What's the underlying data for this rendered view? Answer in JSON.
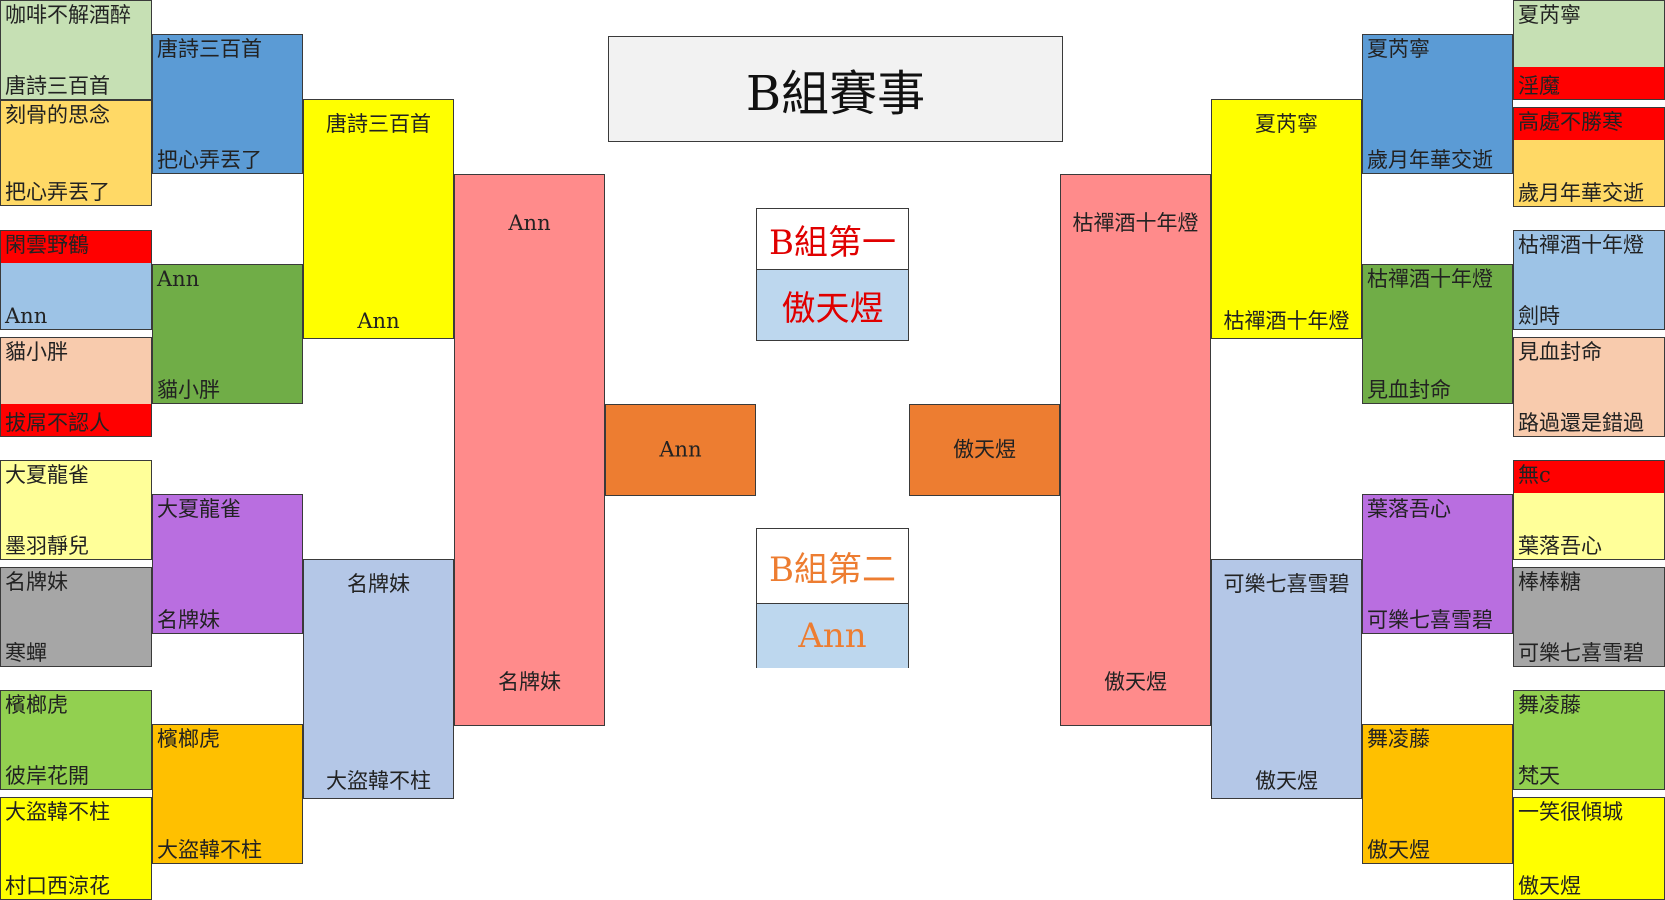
{
  "title": "B組賽事",
  "first": {
    "label": "B組第一",
    "name": "傲天煜",
    "color": "#e00000"
  },
  "second": {
    "label": "B組第二",
    "name": "Ann",
    "color": "#ed7d31"
  },
  "round1_left": [
    {
      "top": "咖啡不解酒醉",
      "bottom": "唐詩三百首"
    },
    {
      "top": "刻骨的思念",
      "bottom": "把心弄丟了"
    },
    {
      "top": "閑雲野鶴",
      "bottom": "Ann"
    },
    {
      "top": "貓小胖",
      "bottom": "拔屌不認人"
    },
    {
      "top": "大夏龍雀",
      "bottom": "墨羽靜兒"
    },
    {
      "top": "名牌妹",
      "bottom": "寒蟬"
    },
    {
      "top": "檳榔虎",
      "bottom": "彼岸花開"
    },
    {
      "top": "大盜韓不柱",
      "bottom": "村口西涼花"
    }
  ],
  "round2_left": [
    {
      "top": "唐詩三百首",
      "bottom": "把心弄丟了"
    },
    {
      "top": "Ann",
      "bottom": "貓小胖"
    },
    {
      "top": "大夏龍雀",
      "bottom": "名牌妹"
    },
    {
      "top": "檳榔虎",
      "bottom": "大盜韓不柱"
    }
  ],
  "round3_left": [
    {
      "top": "唐詩三百首",
      "bottom": "Ann"
    },
    {
      "top": "名牌妹",
      "bottom": "大盜韓不柱"
    }
  ],
  "semi_left": {
    "top": "Ann",
    "bottom": "名牌妹"
  },
  "final_left": "Ann",
  "round1_right": [
    {
      "top": "夏芮寧",
      "bottom": "淫魔"
    },
    {
      "top": "高處不勝寒",
      "bottom": "歲月年華交逝"
    },
    {
      "top": "枯禪酒十年燈",
      "bottom": "劍時"
    },
    {
      "top": "見血封命",
      "bottom": "路過還是錯過"
    },
    {
      "top": "無c",
      "bottom": "葉落吾心"
    },
    {
      "top": "棒棒糖",
      "bottom": "可樂七喜雪碧"
    },
    {
      "top": "舞凌藤",
      "bottom": "梵天"
    },
    {
      "top": "一笑很傾城",
      "bottom": "傲天煜"
    }
  ],
  "round2_right": [
    {
      "top": "夏芮寧",
      "bottom": "歲月年華交逝"
    },
    {
      "top": "枯禪酒十年燈",
      "bottom": "見血封命"
    },
    {
      "top": "葉落吾心",
      "bottom": "可樂七喜雪碧"
    },
    {
      "top": "舞凌藤",
      "bottom": "傲天煜"
    }
  ],
  "round3_right": [
    {
      "top": "夏芮寧",
      "bottom": "枯禪酒十年燈"
    },
    {
      "top": "可樂七喜雪碧",
      "bottom": "傲天煜"
    }
  ],
  "semi_right": {
    "top": "枯禪酒十年燈",
    "bottom": "傲天煜"
  },
  "final_right": "傲天煜",
  "colors": {
    "green_light": "#c6e0b4",
    "yellow_light": "#ffd966",
    "blue_light": "#9dc3e6",
    "peach": "#f8cbad",
    "yellow_pale": "#ffff99",
    "gray": "#a6a6a6",
    "green": "#92d050",
    "yellow": "#ffff00",
    "red": "#ff0000",
    "blue": "#5b9bd5",
    "green_dark": "#70ad47",
    "purple": "#b96ee0",
    "orange": "#ffc000",
    "periwinkle": "#b4c7e7",
    "salmon": "#ff8b8b",
    "dark_orange": "#ed7d31"
  }
}
